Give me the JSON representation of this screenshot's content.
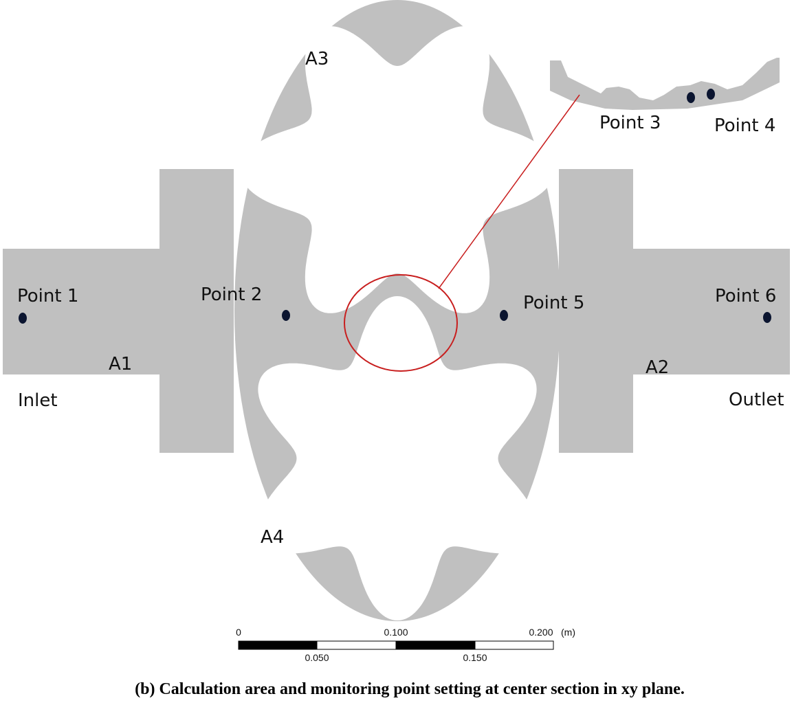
{
  "colors": {
    "domain": "#c0c0c0",
    "point": "#0b1530",
    "highlight": "#c81e1e",
    "bar_dark": "#000000",
    "bar_light": "#ffffff"
  },
  "labels": {
    "region_a1": "A1",
    "region_a2": "A2",
    "region_a3": "A3",
    "region_a4": "A4",
    "inlet": "Inlet",
    "outlet": "Outlet"
  },
  "points": [
    {
      "label": "Point 1"
    },
    {
      "label": "Point 2"
    },
    {
      "label": "Point 3"
    },
    {
      "label": "Point 4"
    },
    {
      "label": "Point 5"
    },
    {
      "label": "Point 6"
    }
  ],
  "scale_bar": {
    "top_labels": [
      "0",
      "0.100",
      "0.200"
    ],
    "unit": "(m)",
    "bottom_labels": [
      "0.050",
      "0.150"
    ]
  },
  "caption": "(b) Calculation area and monitoring point setting at center section in xy plane."
}
